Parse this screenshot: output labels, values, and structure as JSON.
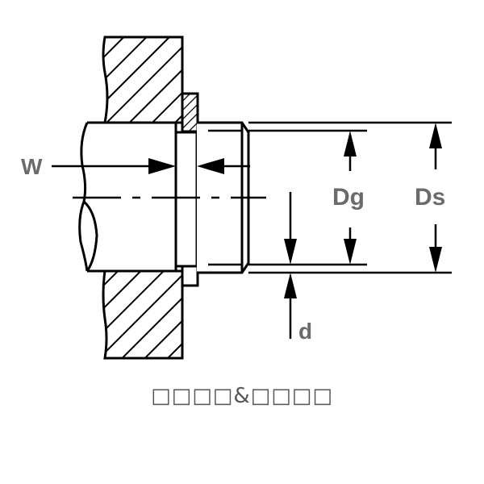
{
  "diagram": {
    "labels": {
      "w": "W",
      "dg": "Dg",
      "ds": "Ds",
      "d": "d"
    },
    "caption": "□□□□&□□□□"
  },
  "colors": {
    "line": "#000000",
    "label": "#6b6b6b",
    "caption": "#555555",
    "background": "#ffffff"
  }
}
